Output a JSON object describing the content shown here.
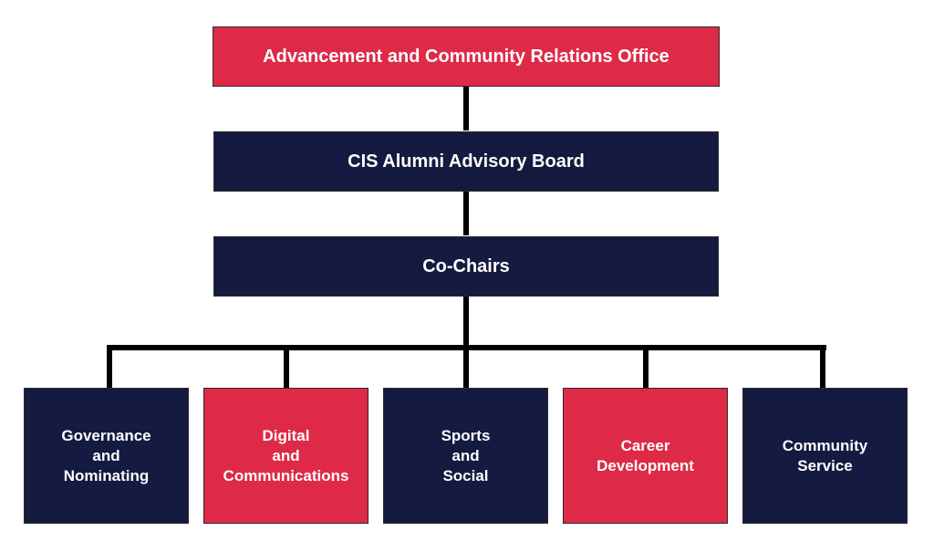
{
  "chart": {
    "top_office": "Advancement and Community Relations Office",
    "board": "CIS Alumni Advisory Board",
    "chairs": "Co-Chairs",
    "committees": [
      {
        "label": "Governance\nand\nNominating",
        "color": "#141a40"
      },
      {
        "label": "Digital\nand\nCommunications",
        "color": "#de2a47"
      },
      {
        "label": "Sports\nand\nSocial",
        "color": "#141a40"
      },
      {
        "label": "Career\nDevelopment",
        "color": "#de2a47"
      },
      {
        "label": "Community\nService",
        "color": "#141a40"
      }
    ]
  },
  "colors": {
    "accent_red": "#de2a47",
    "navy": "#141a40",
    "connector": "#000000"
  }
}
